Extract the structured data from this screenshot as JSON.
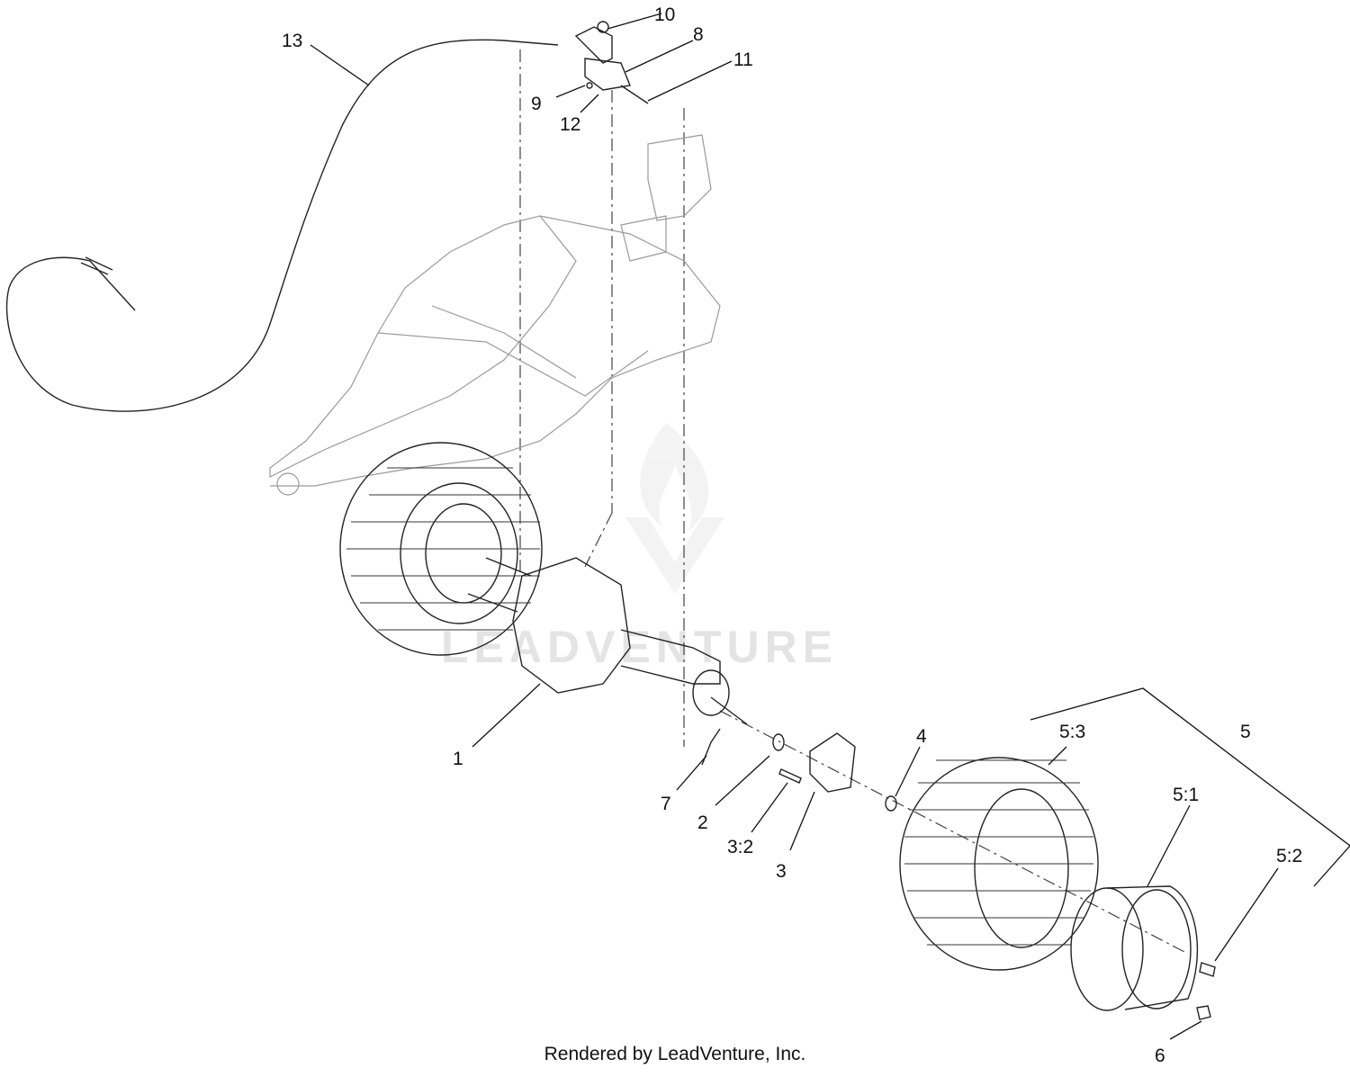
{
  "watermark": "LEADVENTURE",
  "footer": "Rendered by LeadVenture, Inc.",
  "callouts": {
    "c1": "1",
    "c2": "2",
    "c3": "3",
    "c3_2": "3:2",
    "c4": "4",
    "c5": "5",
    "c5_1": "5:1",
    "c5_2": "5:2",
    "c5_3": "5:3",
    "c6": "6",
    "c7": "7",
    "c8": "8",
    "c9": "9",
    "c10": "10",
    "c11": "11",
    "c12": "12",
    "c13": "13"
  },
  "icons": {
    "watermark": "flame-v-logo-icon"
  }
}
